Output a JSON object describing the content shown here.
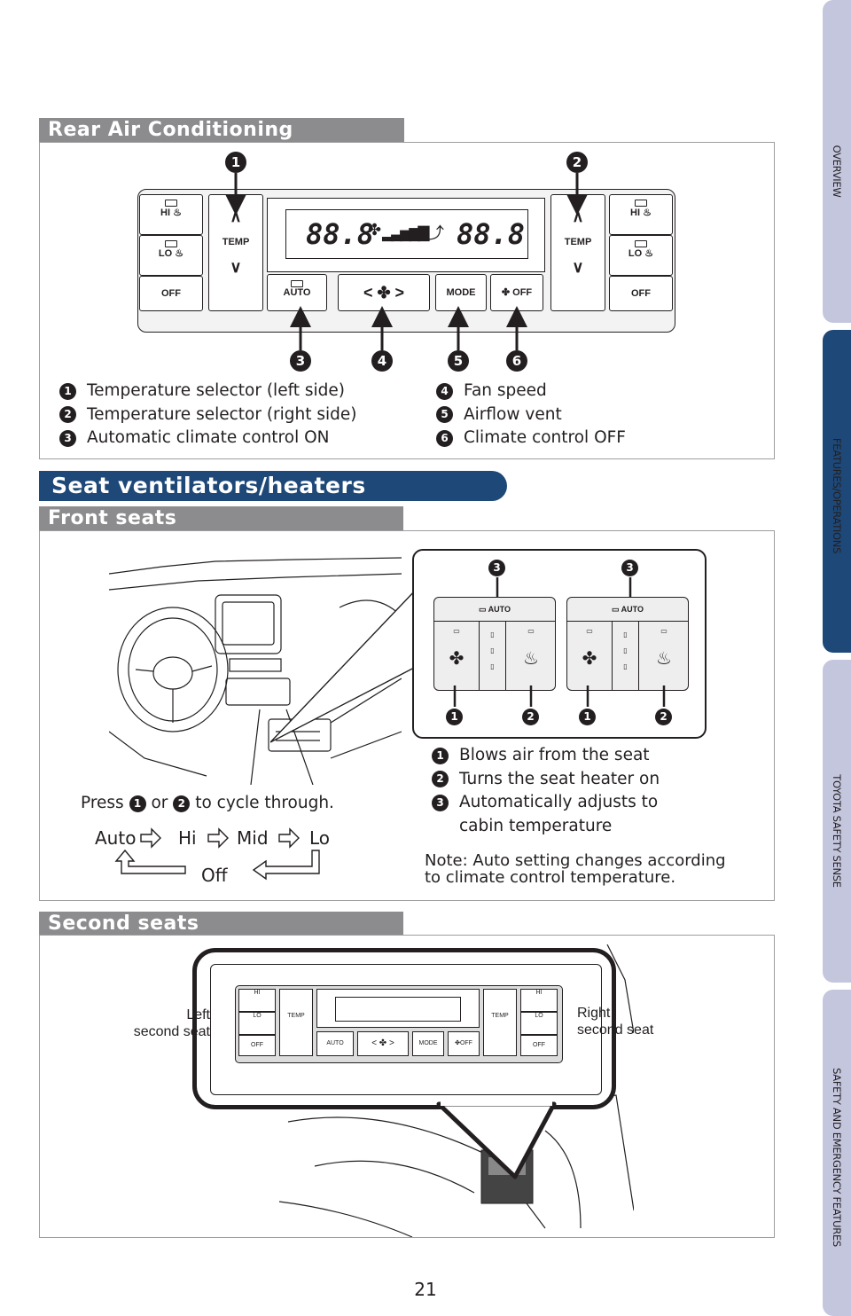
{
  "sidebar": {
    "tabs": [
      {
        "label": "OVERVIEW",
        "active": false
      },
      {
        "label": "FEATURES/OPERATIONS",
        "active": true
      },
      {
        "label": "TOYOTA SAFETY SENSE",
        "active": false
      },
      {
        "label": "SAFETY AND EMERGENCY FEATURES",
        "active": false
      }
    ]
  },
  "rear_ac": {
    "title": "Rear Air Conditioning",
    "panel": {
      "hi": "HI",
      "lo": "LO",
      "off": "OFF",
      "temp": "TEMP",
      "auto": "AUTO",
      "mode": "MODE",
      "fan_off": "OFF",
      "display_left": "88.8",
      "display_right": "88.8"
    },
    "callouts": [
      "1",
      "2",
      "3",
      "4",
      "5",
      "6"
    ],
    "legend_left": [
      {
        "num": "1",
        "text": "Temperature selector (left side)"
      },
      {
        "num": "2",
        "text": "Temperature selector (right side)"
      },
      {
        "num": "3",
        "text": "Automatic climate control ON"
      }
    ],
    "legend_right": [
      {
        "num": "4",
        "text": "Fan speed"
      },
      {
        "num": "5",
        "text": "Airflow vent"
      },
      {
        "num": "6",
        "text": "Climate control OFF"
      }
    ]
  },
  "seat": {
    "title": "Seat ventilators/heaters",
    "front": {
      "title": "Front seats",
      "auto_label": "AUTO",
      "press_prefix": "Press",
      "press_or": "or",
      "press_suffix": "to cycle through.",
      "press_num1": "1",
      "press_num2": "2",
      "cycle": [
        "Auto",
        "Hi",
        "Mid",
        "Lo"
      ],
      "cycle_off": "Off",
      "legend": [
        {
          "num": "1",
          "text": "Blows air from the seat"
        },
        {
          "num": "2",
          "text": "Turns the seat heater on"
        },
        {
          "num": "3",
          "text": "Automatically adjusts to"
        }
      ],
      "legend_cont": "cabin temperature",
      "note_line1": "Note: Auto setting changes according",
      "note_line2": "to climate control temperature."
    },
    "second": {
      "title": "Second seats",
      "left_label_1": "Left",
      "left_label_2": "second seat",
      "right_label_1": "Right",
      "right_label_2": "second seat"
    }
  },
  "page_number": "21"
}
